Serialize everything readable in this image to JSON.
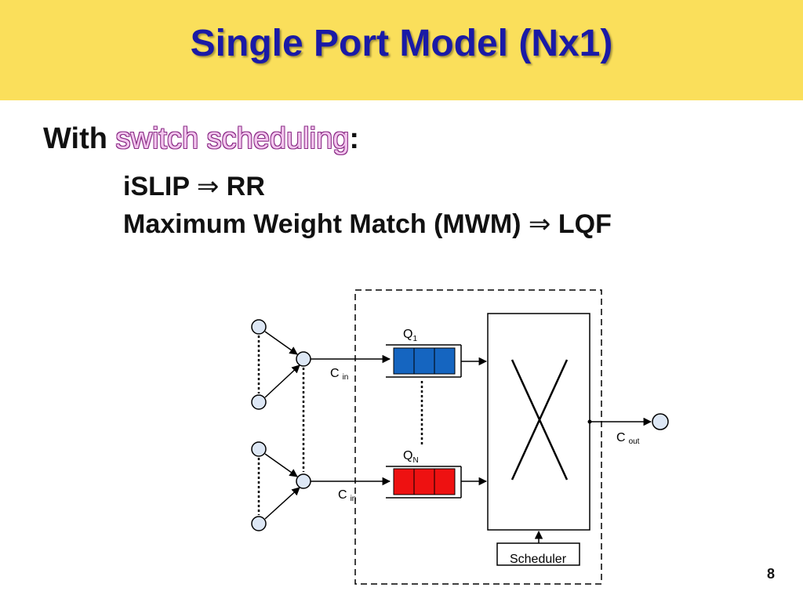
{
  "slide": {
    "title": "Single Port Model (Nx1)",
    "line1_prefix": "With ",
    "line1_highlight": "switch scheduling",
    "line1_suffix": ":",
    "line2_left": "iSLIP ",
    "line2_arrow": "⇒",
    "line2_right": " RR",
    "line3_left": "Maximum Weight Match (MWM) ",
    "line3_arrow": "⇒",
    "line3_right": " LQF",
    "page_number": "8"
  },
  "diagram": {
    "queue1_label": "Q",
    "queue1_sub": "1",
    "queueN_label": "Q",
    "queueN_sub": "N",
    "cin_top_label": "C",
    "cin_top_sub": "in",
    "cin_bottom_label": "C",
    "cin_bottom_sub": "in",
    "cout_label": "C",
    "cout_sub": "out",
    "scheduler_label": "Scheduler"
  },
  "colors": {
    "title_bar": "#fadf5b",
    "title_text": "#1a1aa6",
    "highlight_text": "#f3c6ee",
    "queue_top_fill": "#1565c0",
    "queue_bottom_fill": "#ee1111",
    "node_fill": "#dde7f5"
  }
}
